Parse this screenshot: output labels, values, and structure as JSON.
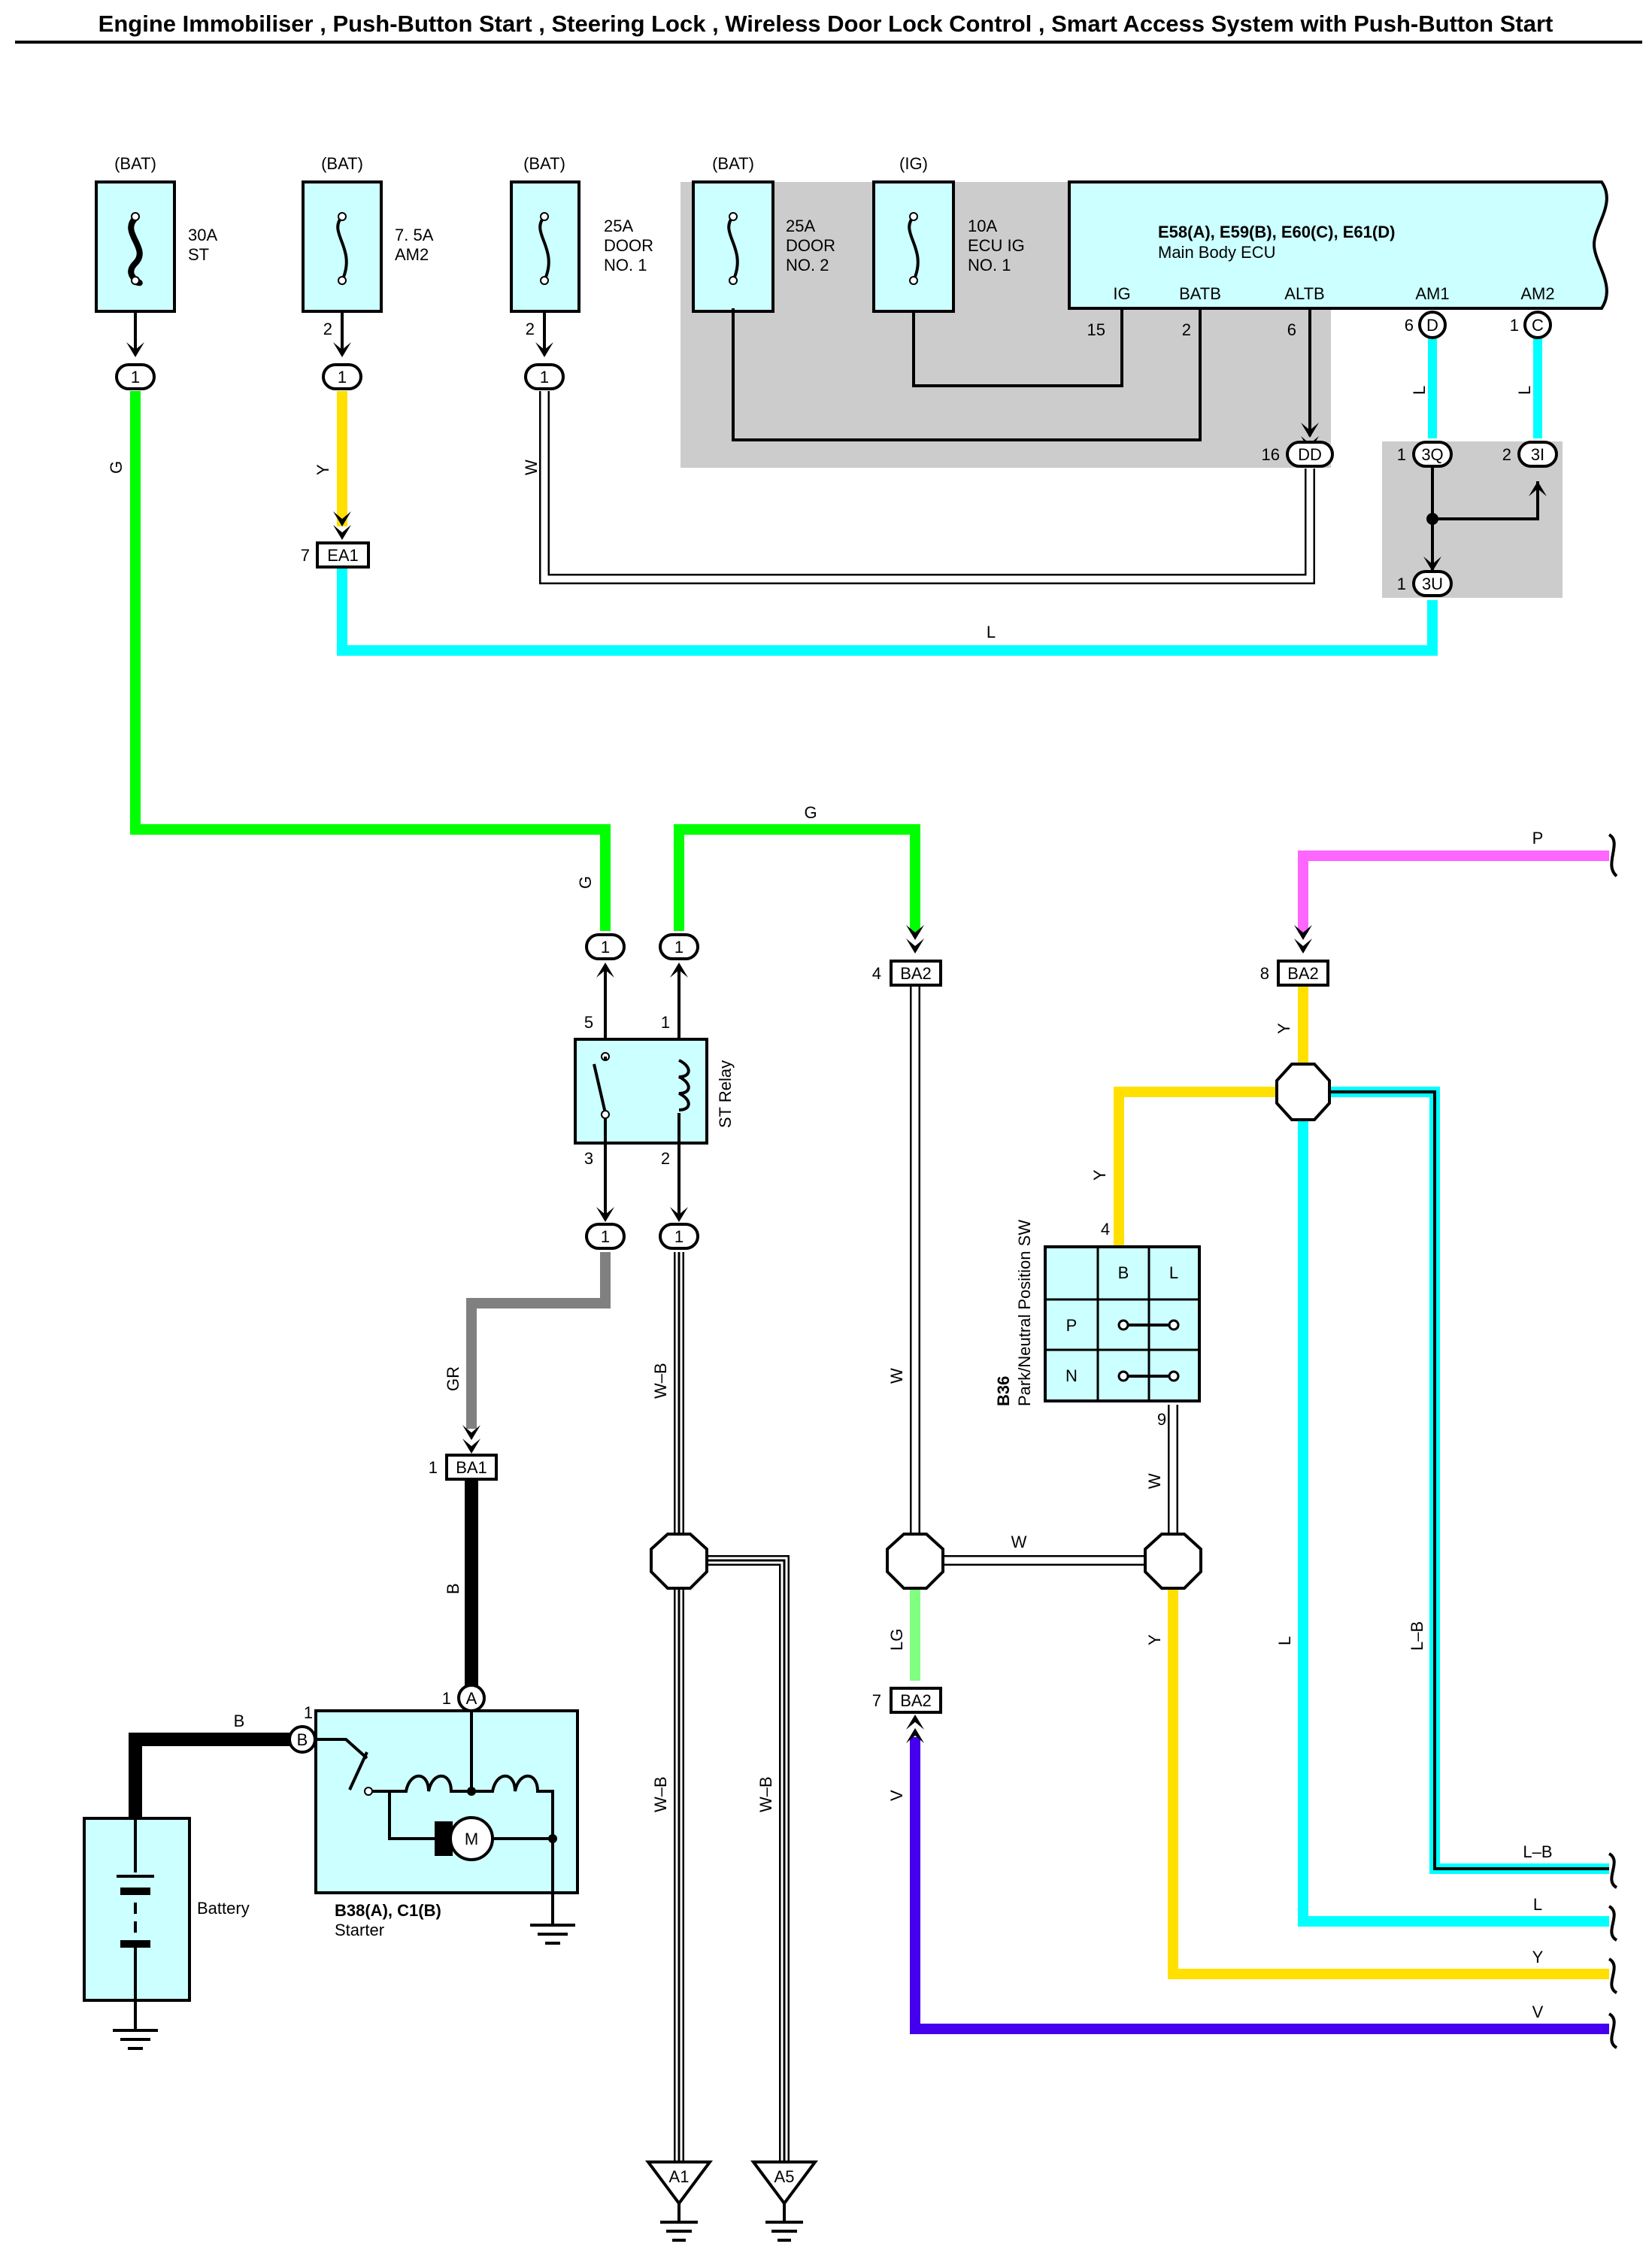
{
  "title": "Engine Immobiliser , Push-Button Start , Steering Lock , Wireless Door Lock Control , Smart Access System with Push-Button Start",
  "fuses": [
    {
      "supply": "(BAT)",
      "amp": "30A",
      "name1": "ST",
      "name2": ""
    },
    {
      "supply": "(BAT)",
      "amp": "7. 5A",
      "name1": "AM2",
      "name2": ""
    },
    {
      "supply": "(BAT)",
      "amp": "25A",
      "name1": "DOOR",
      "name2": "NO. 1"
    },
    {
      "supply": "(BAT)",
      "amp": "25A",
      "name1": "DOOR",
      "name2": "NO. 2"
    },
    {
      "supply": "(IG)",
      "amp": "10A",
      "name1": "ECU IG",
      "name2": "NO. 1"
    }
  ],
  "ecu": {
    "connectors": "E58(A), E59(B), E60(C), E61(D)",
    "name": "Main Body ECU",
    "terminals": [
      {
        "label": "IG",
        "pin": "15"
      },
      {
        "label": "BATB",
        "pin": "2"
      },
      {
        "label": "ALTB",
        "pin": "6"
      },
      {
        "label": "AM1",
        "pin": "6",
        "conn": "D"
      },
      {
        "label": "AM2",
        "pin": "1",
        "conn": "C"
      }
    ]
  },
  "connectors": {
    "one": "1",
    "ea1": {
      "name": "EA1",
      "pin": "7"
    },
    "dd": {
      "name": "DD",
      "pin": "16"
    },
    "c3q": {
      "name": "3Q",
      "pin": "1"
    },
    "c3i": {
      "name": "3I",
      "pin": "2"
    },
    "c3u": {
      "name": "3U",
      "pin": "1"
    },
    "ba2_top": {
      "name": "BA2",
      "pin": "4"
    },
    "ba2_right": {
      "name": "BA2",
      "pin": "8"
    },
    "ba1": {
      "name": "BA1",
      "pin": "1"
    },
    "ba2_low": {
      "name": "BA2",
      "pin": "7"
    },
    "pin2": "2"
  },
  "relay": {
    "name": "ST Relay",
    "pins": [
      "5",
      "1",
      "3",
      "2"
    ]
  },
  "pnp_switch": {
    "code": "B36",
    "name": "Park/Neutral Position SW",
    "cols": [
      "B",
      "L"
    ],
    "rows": [
      "P",
      "N"
    ],
    "pin_in": "4",
    "pin_out": "9"
  },
  "starter": {
    "code": "B38(A), C1(B)",
    "name": "Starter",
    "pin_a": "1",
    "conn_a": "A",
    "pin_b": "1",
    "conn_b": "B",
    "motor": "M"
  },
  "battery": {
    "name": "Battery"
  },
  "grounds": [
    "A1",
    "A5"
  ],
  "wires": {
    "g": "G",
    "y": "Y",
    "w": "W",
    "l": "L",
    "gr": "GR",
    "b": "B",
    "wb": "W–B",
    "lg": "LG",
    "v": "V",
    "p": "P",
    "lb": "L–B"
  },
  "colors": {
    "green": "#00ff00",
    "yellow": "#ffe000",
    "cyan": "#00ffff",
    "gray": "#808080",
    "black": "#000000",
    "magenta": "#ff66ff",
    "violet": "#4400ee",
    "lightgreen": "#80ff80",
    "component": "#ccffff",
    "shade": "#cccccc"
  }
}
